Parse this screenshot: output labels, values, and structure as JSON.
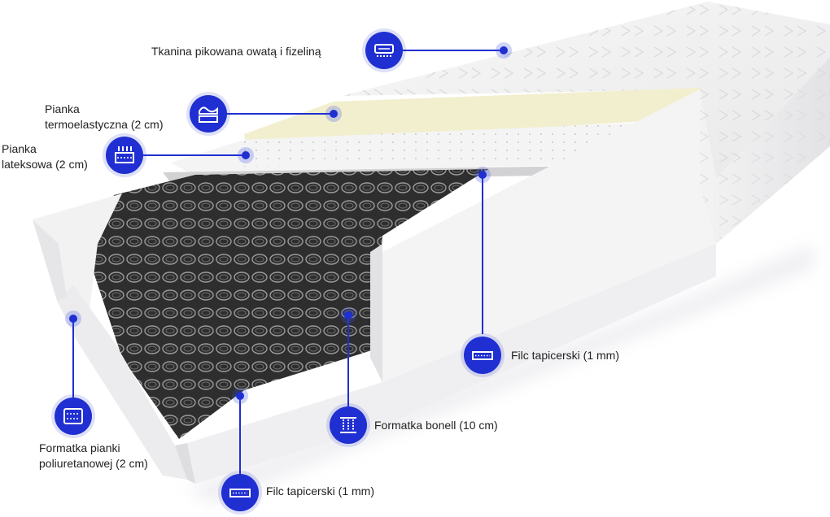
{
  "labels": {
    "fabric": "Tkanina pikowana owatą i fizeliną",
    "thermo_line1": "Pianka",
    "thermo_line2": "termoelastyczna (2 cm)",
    "latex_line1": "Pianka",
    "latex_line2": "lateksowa (2 cm)",
    "felt_right": "Filc tapicerski (1 mm)",
    "bonell": "Formatka bonell (10 cm)",
    "pu_line1": "Formatka pianki",
    "pu_line2": "poliuretanowej (2 cm)",
    "felt_bottom": "Filc tapicerski (1 mm)"
  },
  "icons": {
    "fabric": "quilted-fabric-icon",
    "thermo": "memory-foam-icon",
    "latex": "latex-foam-icon",
    "felt_right": "felt-layer-icon",
    "bonell": "bonell-spring-icon",
    "pu": "pu-foam-icon",
    "felt_bottom": "felt-layer-icon"
  },
  "colors": {
    "accent": "#1f2fd1",
    "text": "#222222",
    "springs": "#3a3a3a",
    "comfort_foam": "#f2efcf"
  }
}
